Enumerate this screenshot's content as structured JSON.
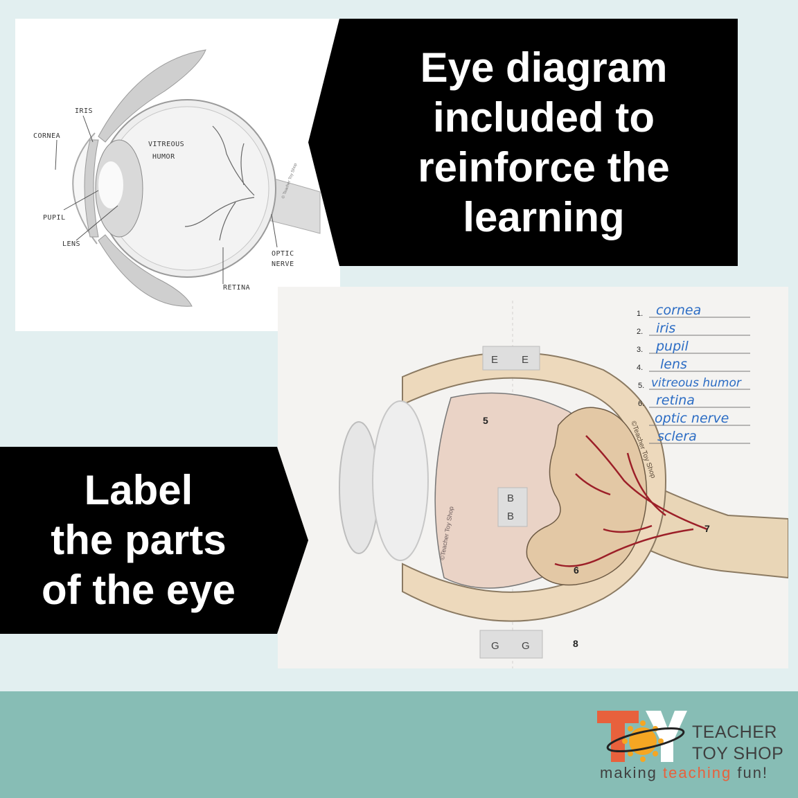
{
  "diagram": {
    "labels": {
      "iris": "IRIS",
      "cornea": "CORNEA",
      "vitreous1": "VITREOUS",
      "vitreous2": "HUMOR",
      "pupil": "PUPIL",
      "lens": "LENS",
      "optic1": "OPTIC",
      "optic2": "NERVE",
      "retina": "RETINA",
      "copyright": "© Teacher Toy Shop"
    }
  },
  "banner_top": {
    "lines": [
      "Eye diagram",
      "included to",
      "reinforce the",
      "learning"
    ]
  },
  "banner_bottom": {
    "lines": [
      "Label",
      "the parts",
      "of the eye"
    ]
  },
  "worksheet": {
    "items": [
      {
        "num": "1.",
        "answer": "cornea"
      },
      {
        "num": "2.",
        "answer": "iris"
      },
      {
        "num": "3.",
        "answer": "pupil"
      },
      {
        "num": "4.",
        "answer": "lens"
      },
      {
        "num": "5.",
        "answer": "vitreous humor"
      },
      {
        "num": "6.",
        "answer": "retina"
      },
      {
        "num": "",
        "answer": "optic nerve"
      },
      {
        "num": "",
        "answer": "sclera"
      }
    ],
    "tabs": {
      "e": "E",
      "b": "B",
      "g": "G"
    },
    "digits": {
      "five": "5",
      "six": "6",
      "seven": "7",
      "eight": "8"
    },
    "watermark": "©Teacher Toy Shop"
  },
  "brand": {
    "line1": "TEACHER",
    "line2": "TOY SHOP",
    "tag_pre": "making ",
    "tag_accent": "teaching",
    "tag_post": " fun!",
    "colors": {
      "accent": "#e8613c",
      "sun": "#f5a623",
      "footer": "#87bdb5"
    }
  }
}
